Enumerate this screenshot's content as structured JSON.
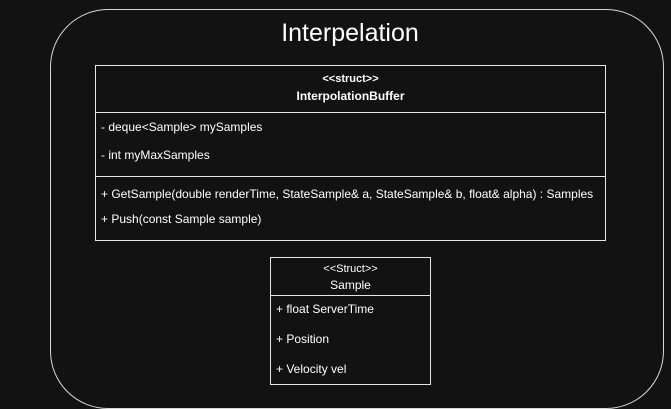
{
  "frame": {
    "title": "Interpelation"
  },
  "interpolation_buffer": {
    "stereotype": "<<struct>>",
    "name": "InterpolationBuffer",
    "attributes": [
      "- deque<Sample> mySamples",
      "- int myMaxSamples"
    ],
    "operations": [
      "+ GetSample(double renderTime, StateSample& a, StateSample& b, float& alpha) : Samples",
      "+ Push(const Sample sample)"
    ]
  },
  "sample": {
    "stereotype": "<<Struct>>",
    "name": "Sample",
    "attributes": [
      "+ float ServerTime",
      "+ Position",
      "+ Velocity vel"
    ]
  },
  "colors": {
    "background": "#121212",
    "foreground": "#ffffff",
    "border": "#e6e6e6"
  }
}
